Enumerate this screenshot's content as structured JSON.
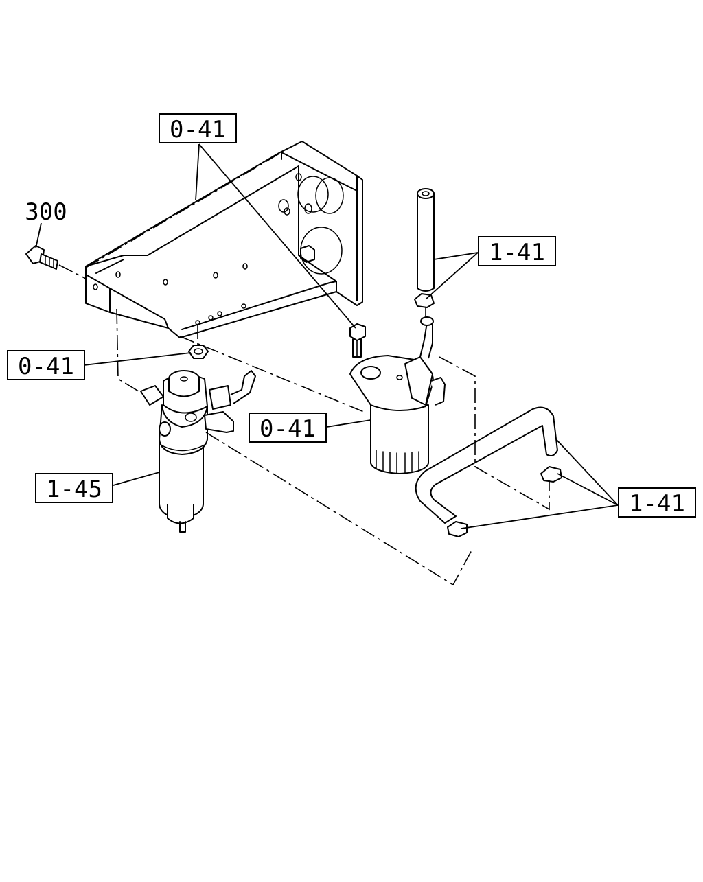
{
  "callouts": [
    {
      "id": "bracket_assembly",
      "text": "0-41"
    },
    {
      "id": "nut",
      "text": "0-41"
    },
    {
      "id": "secondary_filter",
      "text": "0-41"
    },
    {
      "id": "hose_upper",
      "text": "1-41"
    },
    {
      "id": "hose_lower",
      "text": "1-41"
    },
    {
      "id": "primary_filter",
      "text": "1-45"
    },
    {
      "id": "bolt",
      "text": "300"
    }
  ]
}
